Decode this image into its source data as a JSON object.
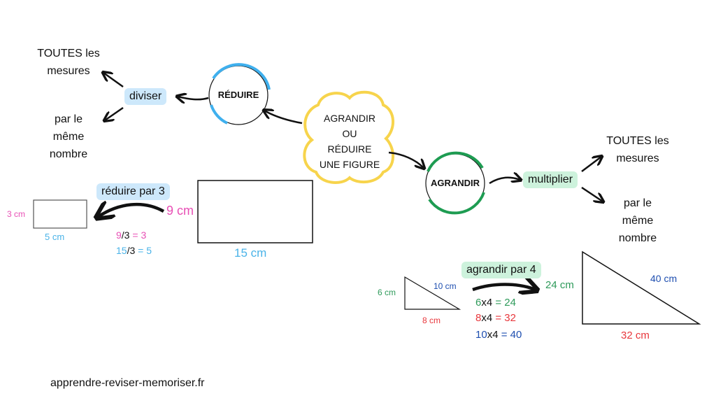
{
  "center_node": {
    "lines": [
      "AGRANDIR",
      "OU",
      "RÉDUIRE",
      "UNE FIGURE"
    ]
  },
  "reduire": {
    "label": "RÉDUIRE",
    "operation": "diviser",
    "outcome_1": [
      "TOUTES les",
      "mesures"
    ],
    "outcome_2": [
      "par le",
      "même",
      "nombre"
    ],
    "example": {
      "action": "réduire par 3",
      "big_width": "15 cm",
      "big_height": "9 cm",
      "small_width": "5 cm",
      "small_height": "3 cm",
      "calc_1": {
        "a": "9",
        "op": "/3",
        "eq": " = 3"
      },
      "calc_2": {
        "a": "15",
        "op": "/3",
        "eq": " = 5"
      }
    }
  },
  "agrandir": {
    "label": "AGRANDIR",
    "operation": "multiplier",
    "outcome_1": [
      "TOUTES les",
      "mesures"
    ],
    "outcome_2": [
      "par le",
      "même",
      "nombre"
    ],
    "example": {
      "action": "agrandir par 4",
      "small_height": "6 cm",
      "small_hyp": "10 cm",
      "small_base": "8 cm",
      "big_height": "24 cm",
      "big_hyp": "40 cm",
      "big_base": "32 cm",
      "calc_1": {
        "a": "6",
        "op": "x4",
        "eq": " = 24"
      },
      "calc_2": {
        "a": "8",
        "op": "x4",
        "eq": " = 32"
      },
      "calc_3": {
        "a": "10",
        "op": "x4",
        "eq": " = 40"
      }
    }
  },
  "footer": {
    "site": "apprendre-reviser-memoriser.fr"
  },
  "colors": {
    "reduire_ring": "#3fb0ee",
    "agrandir_ring": "#1e9c52",
    "center_ring": "#f7d44c",
    "pink": "#e84fb5",
    "light_blue": "#4ab3e8",
    "green": "#2e9a5a",
    "red": "#e8373c",
    "navy": "#1f4fb0"
  }
}
